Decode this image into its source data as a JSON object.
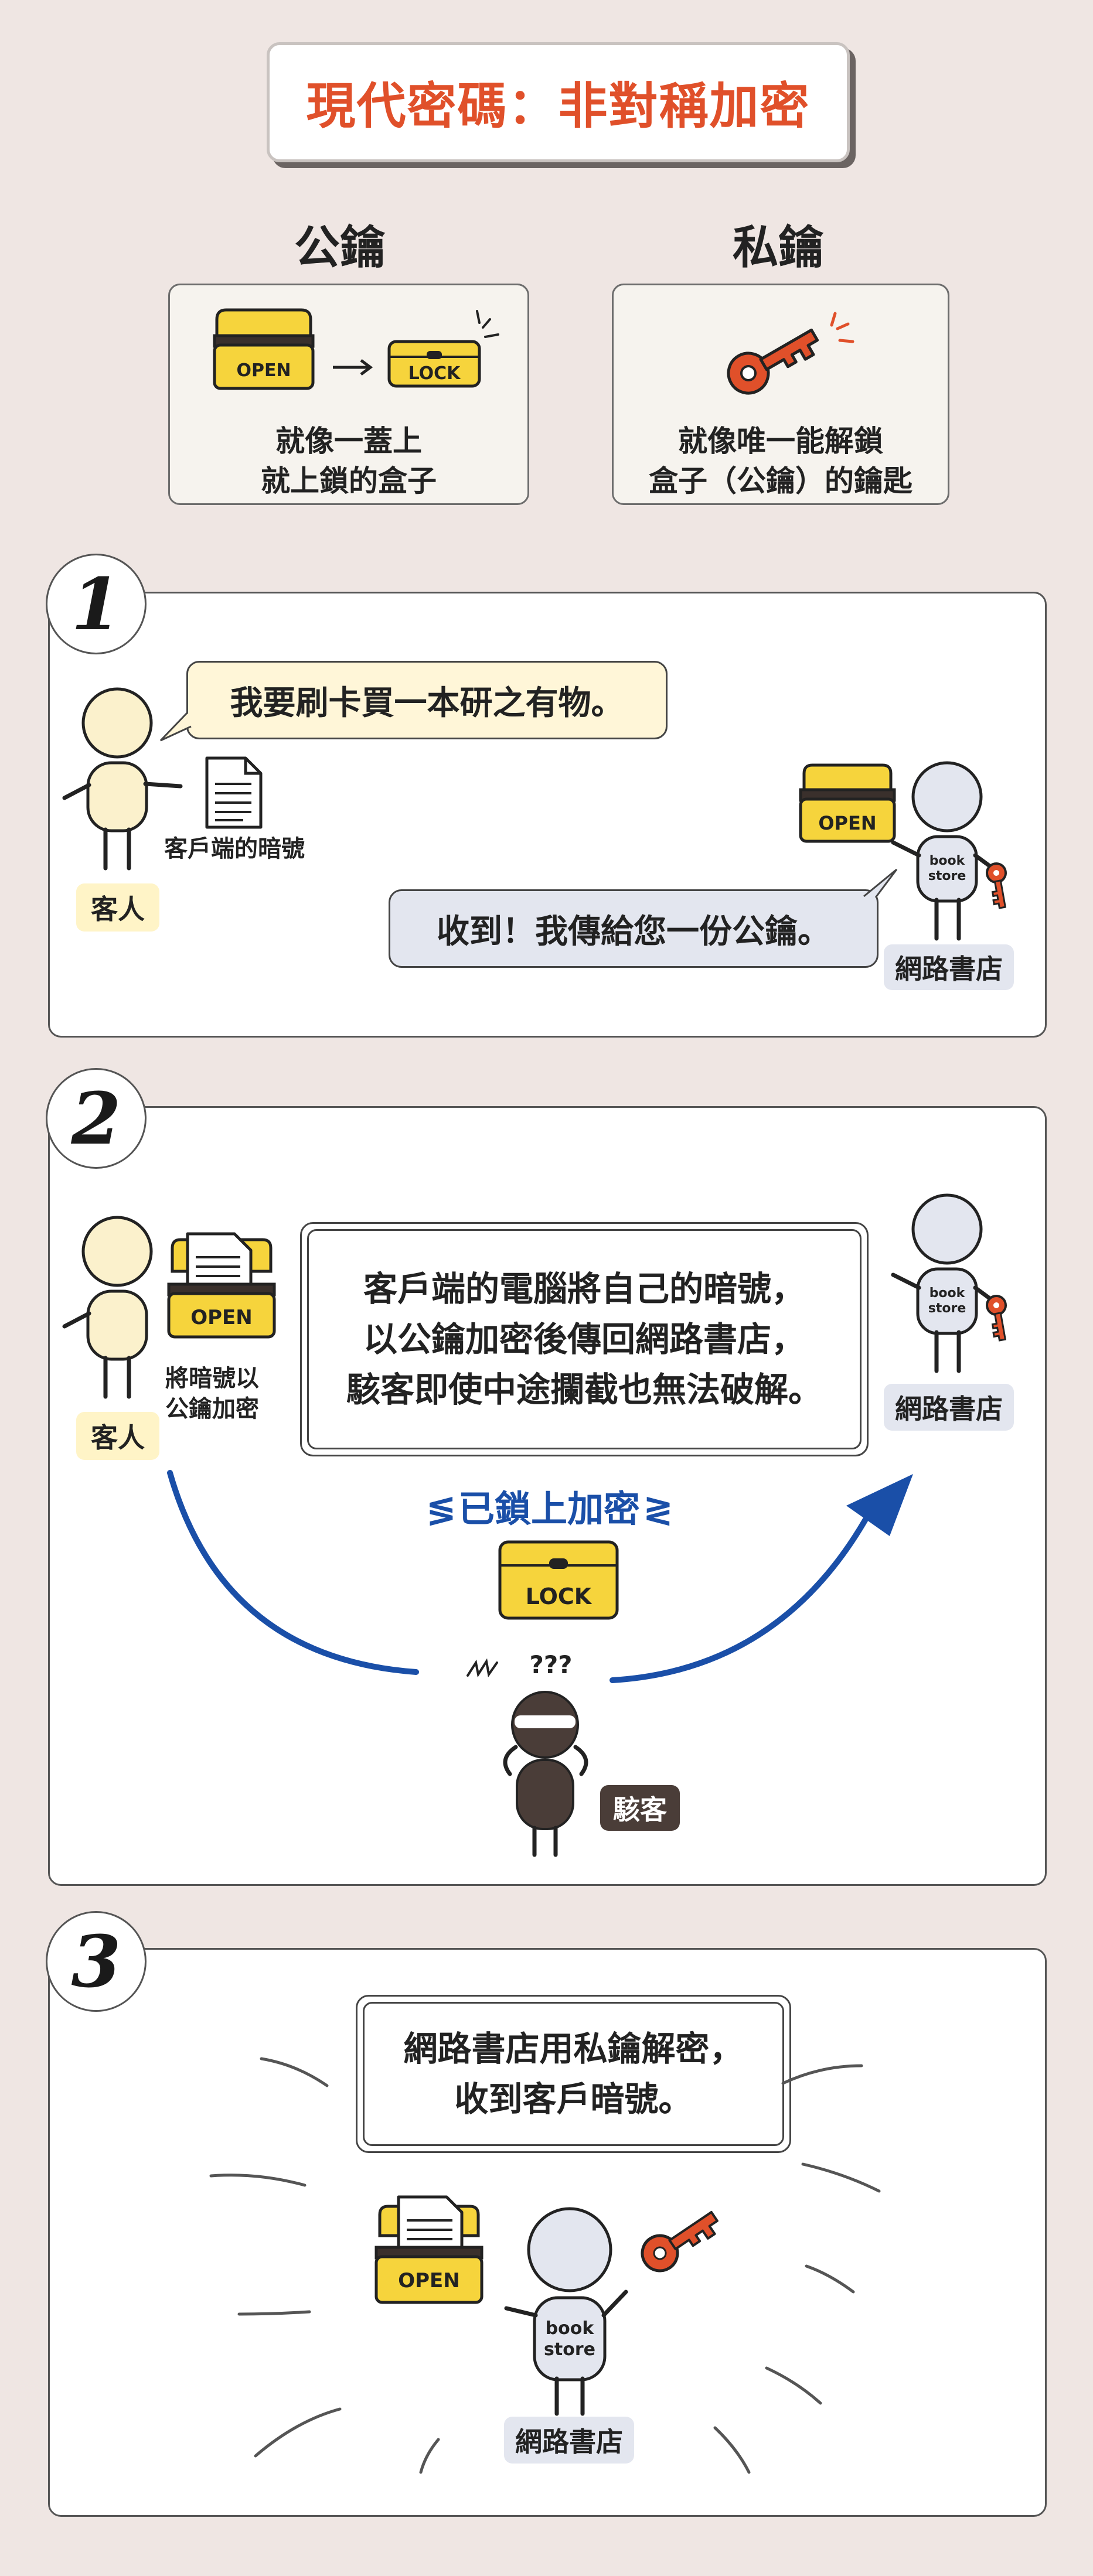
{
  "title": "現代密碼：非對稱加密",
  "public_key": {
    "heading": "公鑰",
    "description_line1": "就像一蓋上",
    "description_line2": "就上鎖的盒子",
    "open_label": "OPEN",
    "lock_label": "LOCK"
  },
  "private_key": {
    "heading": "私鑰",
    "description_line1": "就像唯一能解鎖",
    "description_line2": "盒子（公鑰）的鑰匙"
  },
  "step1": {
    "number": "1",
    "customer_speech": "我要刷卡買一本研之有物。",
    "document_label": "客戶端的暗號",
    "customer_tag": "客人",
    "store_speech": "收到！我傳給您一份公鑰。",
    "store_tag": "網路書店",
    "open_label": "OPEN",
    "store_badge_line1": "book",
    "store_badge_line2": "store"
  },
  "step2": {
    "number": "2",
    "box_label": "OPEN",
    "encrypt_label_line1": "將暗號以",
    "encrypt_label_line2": "公鑰加密",
    "customer_tag": "客人",
    "message_line1": "客戶端的電腦將自己的暗號，",
    "message_line2": "以公鑰加密後傳回網路書店，",
    "message_line3": "駭客即使中途攔截也無法破解。",
    "store_tag": "網路書店",
    "locked_label": "已鎖上加密",
    "lock_label": "LOCK",
    "hacker_confused": "???",
    "hacker_tag": "駭客",
    "store_badge_line1": "book",
    "store_badge_line2": "store"
  },
  "step3": {
    "number": "3",
    "message_line1": "網路書店用私鑰解密，",
    "message_line2": "收到客戶暗號。",
    "open_label": "OPEN",
    "store_badge_line1": "book",
    "store_badge_line2": "store",
    "store_tag": "網路書店"
  },
  "colors": {
    "background": "#efe6e3",
    "title_red": "#e0502a",
    "yellow": "#f6d43c",
    "key_red": "#e0502a",
    "arrow_blue": "#1a4fa8"
  }
}
